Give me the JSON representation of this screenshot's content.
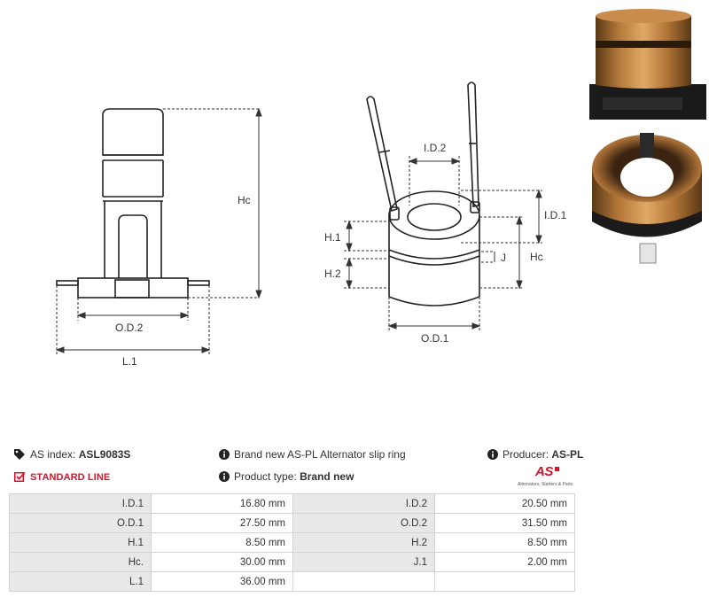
{
  "drawing": {
    "left_labels": [
      "Hc",
      "O.D.2",
      "L.1"
    ],
    "middle_labels": [
      "I.D.2",
      "I.D.1",
      "H.1",
      "H.2",
      "J",
      "Hc",
      "O.D.1"
    ]
  },
  "info": {
    "as_index_label": "AS index:",
    "as_index_value": "ASL9083S",
    "description": "Brand new AS-PL Alternator slip ring",
    "producer_label": "Producer:",
    "producer_value": "AS-PL",
    "line_label": "STANDARD LINE",
    "product_type_label": "Product type:",
    "product_type_value": "Brand new",
    "logo_text": "AS",
    "logo_tagline": "Alternators, Starters & Parts"
  },
  "colors": {
    "brand_red": "#d6142c",
    "label_bg": "#e8e8e8",
    "border": "#d4d4d4"
  },
  "specs": [
    [
      "I.D.1",
      "16.80 mm",
      "I.D.2",
      "20.50 mm"
    ],
    [
      "O.D.1",
      "27.50 mm",
      "O.D.2",
      "31.50 mm"
    ],
    [
      "H.1",
      "8.50 mm",
      "H.2",
      "8.50 mm"
    ],
    [
      "Hc.",
      "30.00 mm",
      "J.1",
      "2.00 mm"
    ],
    [
      "L.1",
      "36.00 mm",
      "",
      ""
    ]
  ]
}
